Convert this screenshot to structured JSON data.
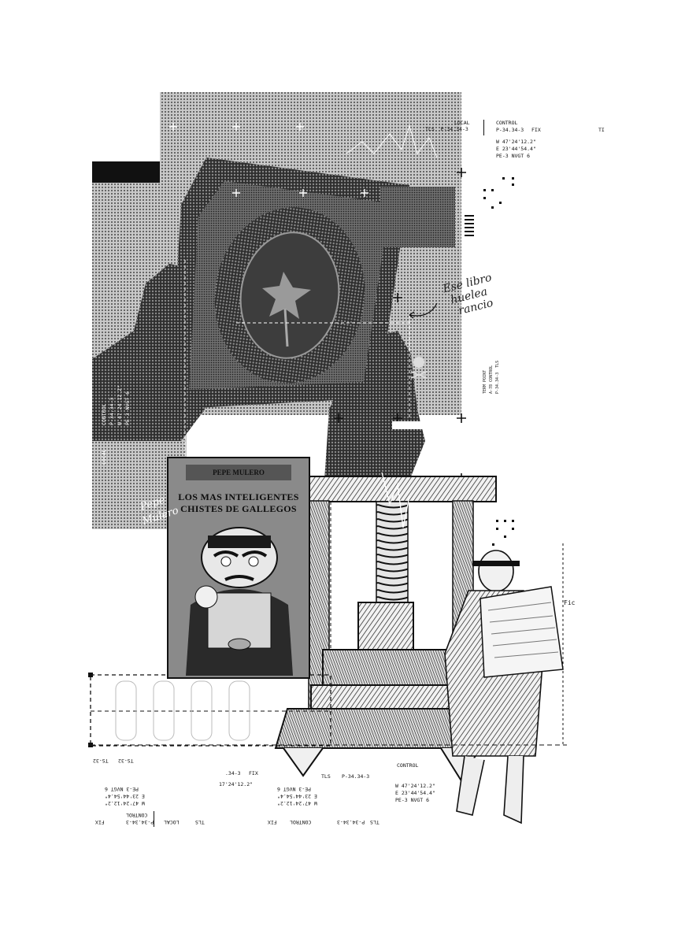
{
  "top_telemetry": {
    "left": "TLS  P-34.34-3",
    "local": "LOCAL",
    "control": "CONTROL",
    "control_code": "P-34.34-3",
    "fix": "FIX",
    "tl": "TI",
    "w_coord": "W 47'24'12.2\"",
    "e_coord": "E 23'44'54.4\"",
    "pe_code": "PE-3 NVGT 6"
  },
  "handwriting": {
    "book_note_line1": "Ese libro",
    "book_note_line2": "huelea",
    "book_note_line3": "rancio",
    "author_note_line1": "Pepe",
    "author_note_line2": "Mulero"
  },
  "book_cover": {
    "author": "PEPE MULERO",
    "title_line1": "LOS MAS INTELIGENTES",
    "title_line2": "CHISTES DE GALLEGOS"
  },
  "left_vertical": {
    "local": "LOCAL",
    "control": "CONTROL",
    "code": "P-34.34-3",
    "w": "W 47'24'12.2\"",
    "pe": "PE-3 NVGT 6"
  },
  "right_vertical": {
    "line1": "TERM POINT",
    "line2": "A-78 CONTROL",
    "line3": "P-34.34-3  TLS"
  },
  "mirrored_block": {
    "ts": "TS-32",
    "ts2": "TS-32",
    "code": ".34-3",
    "fix": "FIX",
    "coord": "17'24'12.2\"",
    "pe": "PE-3 NVGT 6",
    "e": "E 23'44'54.4\"",
    "w": "W 47'24'12.2\"",
    "control": "CONTROL",
    "control_code": "P-34.34-3",
    "local": "LOCAL",
    "tls": "TLS",
    "tls_code": "P-34.34-3",
    "fix2": "FIX"
  },
  "bottom_telemetry": {
    "tls": "TLS",
    "code": "P-34.34-3",
    "control": "CONTROL",
    "w": "W 47'24'12.2\"",
    "e": "E 23'44'54.4\"",
    "pe": "PE-3 NVGT 6"
  },
  "man_label": "Fic",
  "colors": {
    "ink": "#111111",
    "halftone_light": "#bdbdbd",
    "halftone_dark": "#2a2a2a",
    "cover_gray": "#8a8a8a"
  }
}
